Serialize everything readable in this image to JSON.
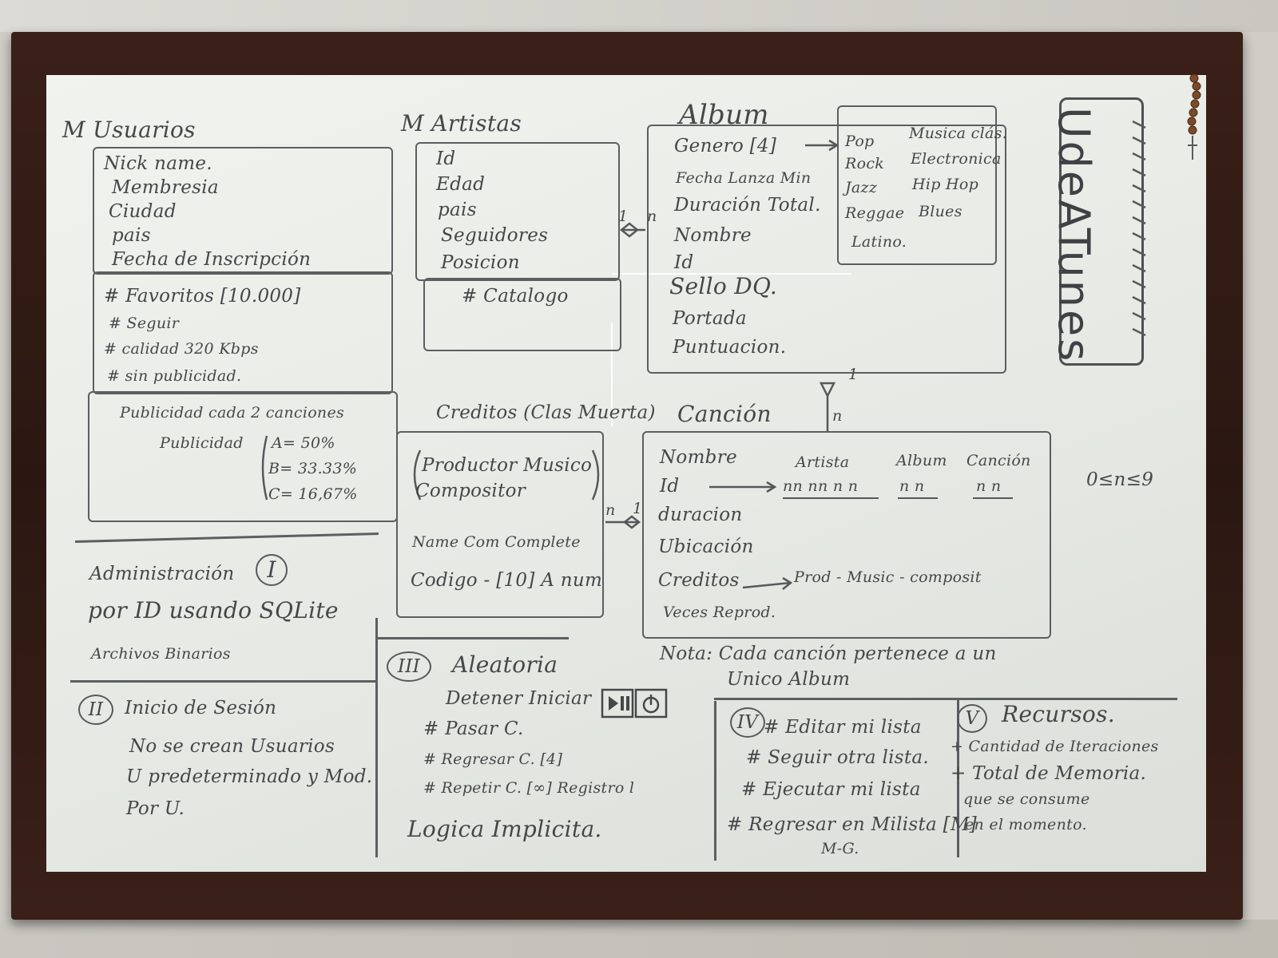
{
  "brand": "UdeATunes",
  "usuarios": {
    "title": "M Usuarios",
    "attributes": [
      "Nick name.",
      "Membresia",
      "Ciudad",
      "pais",
      "Fecha de Inscripción"
    ],
    "methods": [
      "# Favoritos [10.000]",
      "# Seguir",
      "# calidad 320 Kbps",
      "# sin publicidad."
    ],
    "publicidad_note": "Publicidad cada 2 canciones",
    "publicidad_label": "Publicidad",
    "publicidad_values": [
      "A= 50%",
      "B= 33.33%",
      "C= 16,67%"
    ]
  },
  "artistas": {
    "title": "M Artistas",
    "attributes": [
      "Id",
      "Edad",
      "pais",
      "Seguidores",
      "Posicion"
    ],
    "methods": [
      "# Catalogo"
    ]
  },
  "album": {
    "title": "Album",
    "attributes": [
      "Genero [4]",
      "Fecha Lanza Min",
      "Duración Total.",
      "Nombre",
      "Id",
      "Sello DQ.",
      "Portada",
      "Puntuacion."
    ]
  },
  "generos": [
    "Pop",
    "Musica clás.",
    "Rock",
    "Electronica",
    "Jazz",
    "Hip Hop",
    "Reggae",
    "Blues",
    "Latino."
  ],
  "creditos": {
    "title": "Creditos (Clas Muerta)",
    "roles": [
      "Productor Musico",
      "Compositor"
    ],
    "attributes": [
      "Name Com Complete",
      "Codigo - [10] A num"
    ]
  },
  "cancion": {
    "title": "Canción",
    "attributes": [
      "Nombre",
      "Id",
      "duracion",
      "Ubicación",
      "Creditos",
      "Veces Reprod."
    ],
    "id_headers": [
      "Artista",
      "Album",
      "Canción"
    ],
    "id_digits": [
      "nn nn n n",
      "n n",
      "n n"
    ],
    "credits_expansion": "Prod - Music - composit",
    "constraint": "0≤n≤9",
    "note_line1": "Nota: Cada canción pertenece a un",
    "note_line2": "Unico Album"
  },
  "rel_artista_album": {
    "left": "1",
    "right": "n"
  },
  "rel_album_cancion": {
    "top": "1",
    "bottom": "n"
  },
  "rel_creditos_cancion": {
    "left": "n",
    "right": "1"
  },
  "section1": {
    "title": "Administración",
    "numeral": "I",
    "line2": "por ID usando SQLite",
    "line3": "Archivos Binarios"
  },
  "section2": {
    "numeral": "II",
    "title": "Inicio de Sesión",
    "lines": [
      "No se crean Usuarios",
      "U predeterminado y Mod.",
      "Por U."
    ]
  },
  "section3": {
    "numeral": "III",
    "title": "Aleatoria",
    "lines": [
      "Detener Iniciar",
      "# Pasar C.",
      "# Regresar C. [4]",
      "# Repetir C. [∞] Registro l"
    ],
    "footer": "Logica Implicita."
  },
  "section4": {
    "numeral": "IV",
    "lines": [
      "# Editar mi lista",
      "# Seguir otra lista.",
      "# Ejecutar mi lista",
      "# Regresar en Milista [M]",
      "M-G."
    ]
  },
  "section5": {
    "numeral": "V",
    "title": "Recursos.",
    "lines": [
      "+ Cantidad de Iteraciones",
      "+ Total de Memoria.",
      "que se consume",
      "en el momento."
    ]
  }
}
